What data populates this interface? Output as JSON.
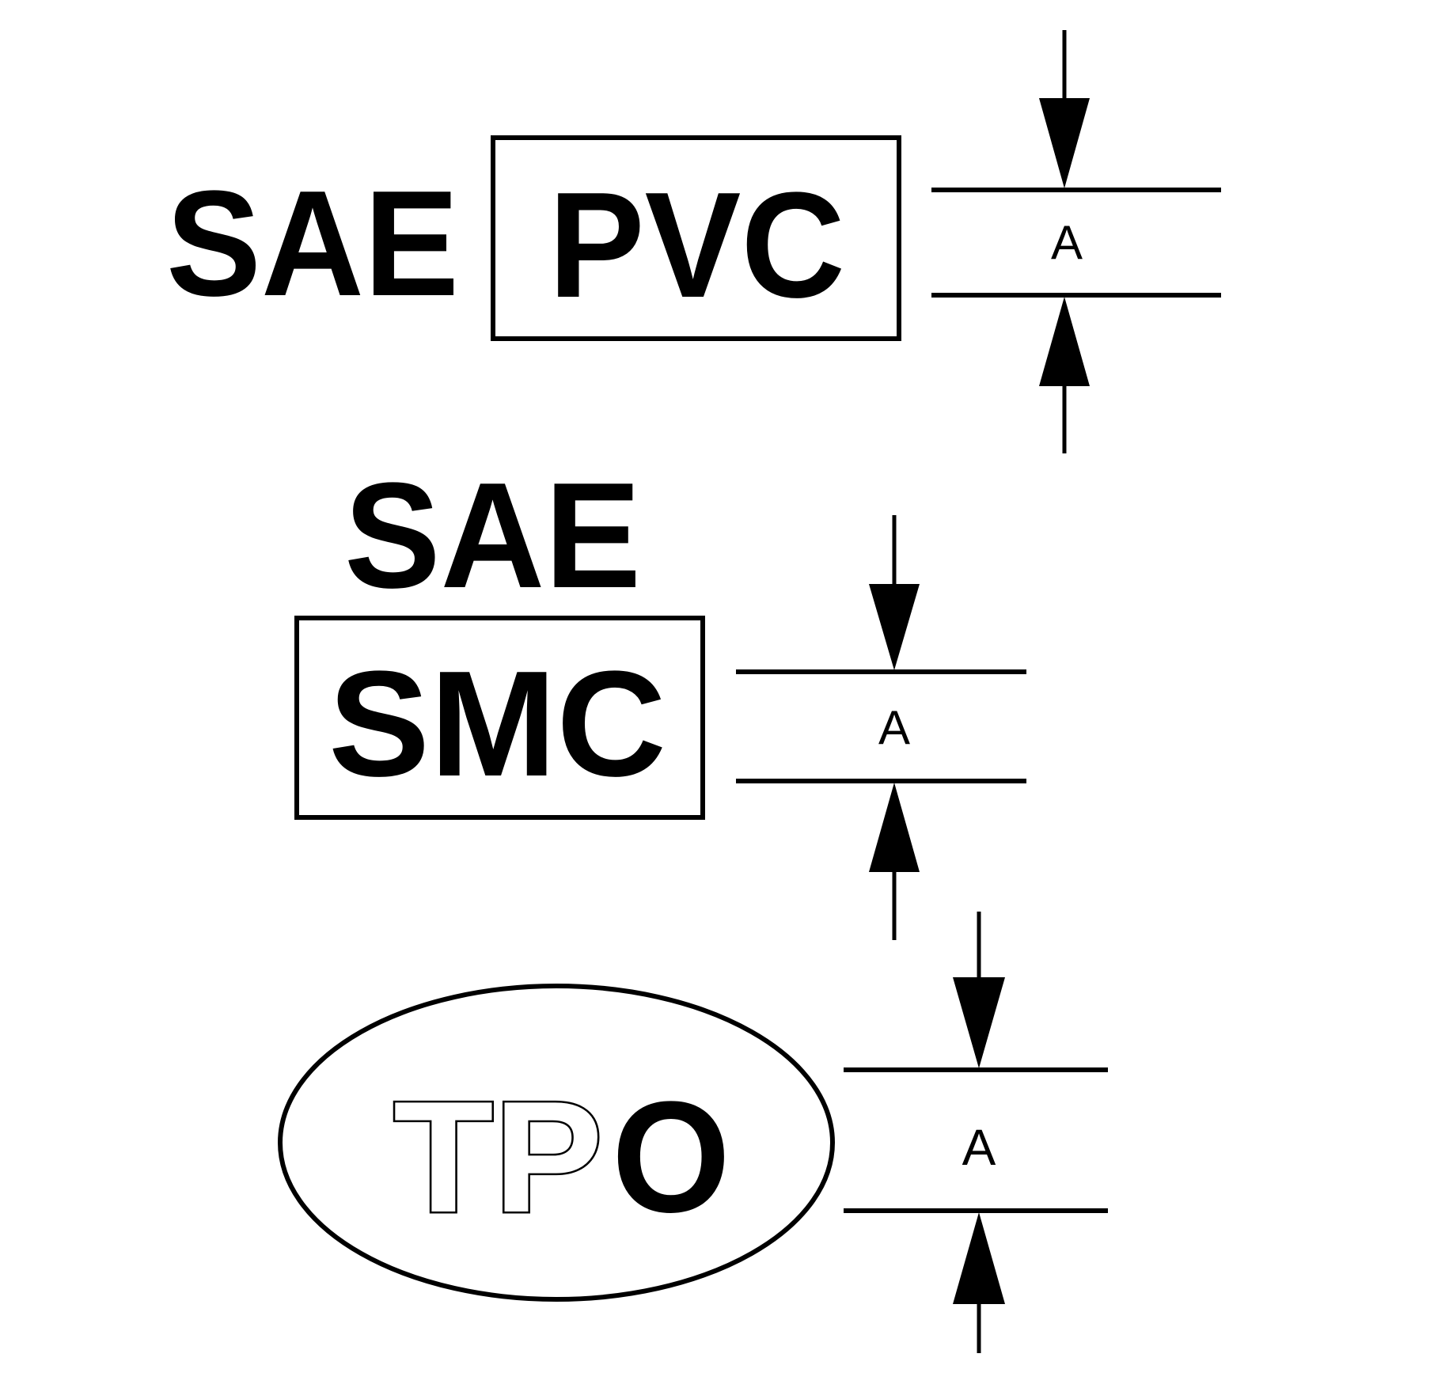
{
  "markings": [
    {
      "prefix": "SAE",
      "code": "PVC",
      "frame_shape": "rectangle",
      "prefix_position": "left",
      "dimension_label": "A"
    },
    {
      "prefix": "SAE",
      "code": "SMC",
      "frame_shape": "rectangle",
      "prefix_position": "above",
      "dimension_label": "A"
    },
    {
      "prefix": "",
      "code_outline": "TP",
      "code_solid": "O",
      "frame_shape": "ellipse",
      "dimension_label": "A"
    }
  ],
  "colors": {
    "ink": "#000000",
    "background": "#ffffff"
  }
}
